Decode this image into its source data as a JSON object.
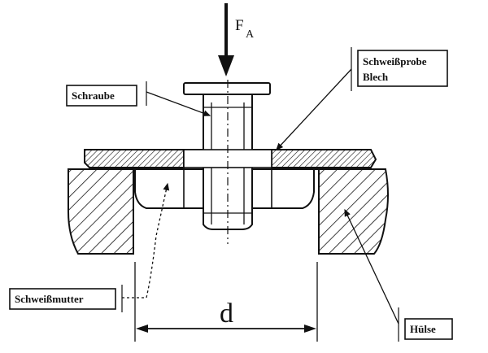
{
  "force": {
    "symbol": "F",
    "subscript": "A"
  },
  "labels": {
    "screw": "Schraube",
    "specimen_line1": "Schweißprobe",
    "specimen_line2": "Blech",
    "weld_nut": "Schweißmutter",
    "sleeve": "Hülse"
  },
  "dimension": {
    "symbol": "d"
  },
  "colors": {
    "ink": "#111111",
    "paper": "#ffffff"
  }
}
